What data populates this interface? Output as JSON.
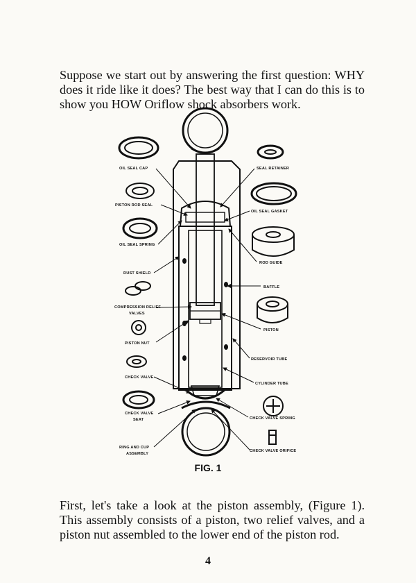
{
  "paragraph_1": "Suppose we start out by answering the first question: WHY does it ride like it does? The best way that I can do this is to show you HOW Oriflow shock absorbers work.",
  "figure": {
    "caption": "FIG. 1",
    "labels_left": {
      "oil_seal_cap": "OIL SEAL CAP",
      "piston_rod_seal": "PISTON ROD SEAL",
      "oil_seal_spring": "OIL SEAL SPRING",
      "dust_shield": "DUST SHIELD",
      "compression_relief_valves_1": "COMPRESSION RELIEF",
      "compression_relief_valves_2": "VALVES",
      "piston_nut": "PISTON NUT",
      "check_valve": "CHECK VALVE",
      "check_valve_seat_1": "CHECK VALVE",
      "check_valve_seat_2": "SEAT",
      "ring_and_cup_1": "RING AND CUP",
      "ring_and_cup_2": "ASSEMBLY"
    },
    "labels_right": {
      "seal_retainer": "SEAL RETAINER",
      "oil_seal_gasket": "OIL SEAL GASKET",
      "rod_guide": "ROD GUIDE",
      "baffle": "BAFFLE",
      "piston": "PISTON",
      "reservoir_tube": "RESERVOIR TUBE",
      "cylinder_tube": "CYLINDER TUBE",
      "check_valve_spring": "CHECK VALVE SPRING",
      "check_valve_orifice": "CHECK VALVE ORIFICE"
    }
  },
  "paragraph_2": "First, let's take a look at the piston assembly, (Figure 1). This assembly consists of a piston, two relief valves, and a piston nut assembled to the lower end of the piston rod.",
  "page_number": "4"
}
